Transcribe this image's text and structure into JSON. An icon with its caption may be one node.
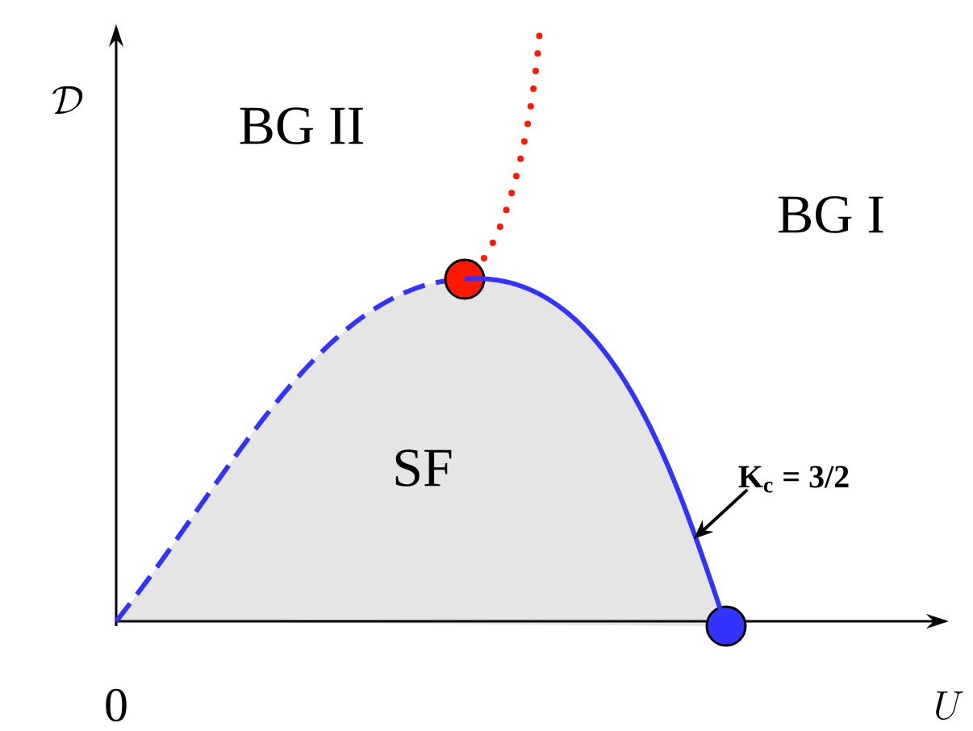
{
  "diagram": {
    "nodes": [
      {
        "text": [
          "K$_{c}$ = 3/2"
        ]
      },
      {
        "text": [],
        "shape": "line"
      }
    ],
    "edges": [
      {
        "from": 0,
        "to": 1,
        "arrow": "to"
      }
    ],
    "labels": [
      "\\mathcal{D}",
      "BG II",
      "BG I",
      "SF",
      "0",
      "U"
    ]
  }
}
